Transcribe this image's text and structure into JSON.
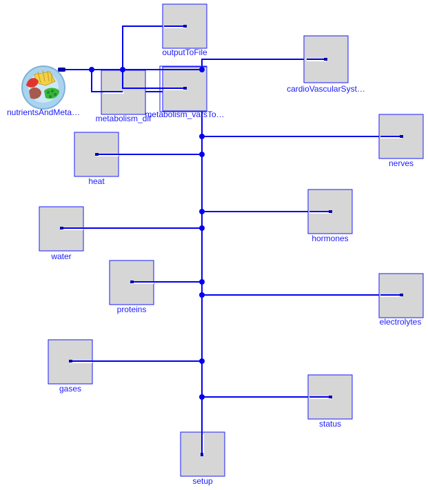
{
  "diagram": {
    "colors": {
      "wire": "#0000ee",
      "block_fill": "#d6d6d6",
      "block_border": "#1a1aff",
      "label": "#1a1aff"
    },
    "blocks": {
      "nutrients": {
        "label": "nutrientsAndMeta…",
        "icon": "food-plate-icon"
      },
      "outputToFile": {
        "label": "outputToFile"
      },
      "metabolism_dif": {
        "label": "metabolism_dif"
      },
      "metabolism_vars": {
        "label": "metabolism_varsTo…"
      },
      "cardio": {
        "label": "cardioVascularSyst…"
      },
      "nerves": {
        "label": "nerves"
      },
      "heat": {
        "label": "heat"
      },
      "hormones": {
        "label": "hormones"
      },
      "water": {
        "label": "water"
      },
      "proteins": {
        "label": "proteins"
      },
      "electrolytes": {
        "label": "electrolytes"
      },
      "gases": {
        "label": "gases"
      },
      "status": {
        "label": "status"
      },
      "setup": {
        "label": "setup"
      }
    }
  }
}
